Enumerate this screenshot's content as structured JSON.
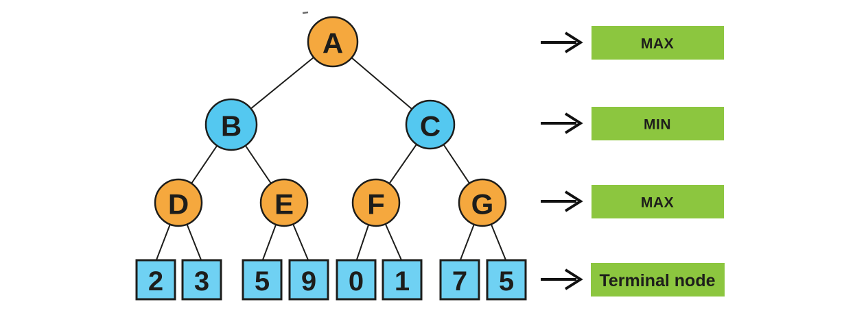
{
  "diagram": {
    "type": "minimax-game-tree",
    "colors": {
      "max_node": "#F5A83E",
      "min_node": "#54C8F0",
      "terminal_node": "#6FD1F3",
      "legend_bg": "#8CC63F",
      "line": "#1D1D1B"
    },
    "tree": {
      "levels": [
        {
          "role": "MAX",
          "nodes": [
            {
              "label": "A"
            }
          ]
        },
        {
          "role": "MIN",
          "nodes": [
            {
              "label": "B"
            },
            {
              "label": "C"
            }
          ]
        },
        {
          "role": "MAX",
          "nodes": [
            {
              "label": "D"
            },
            {
              "label": "E"
            },
            {
              "label": "F"
            },
            {
              "label": "G"
            }
          ]
        },
        {
          "role": "Terminal",
          "values": [
            "2",
            "3",
            "5",
            "9",
            "0",
            "1",
            "7",
            "5"
          ]
        }
      ],
      "edges": [
        "A-B",
        "A-C",
        "B-D",
        "B-E",
        "C-F",
        "C-G",
        "D-2",
        "D-3",
        "E-5",
        "E-9",
        "F-0",
        "F-1",
        "G-7",
        "G-5"
      ]
    },
    "legend": {
      "rows": [
        {
          "label": "MAX"
        },
        {
          "label": "MIN"
        },
        {
          "label": "MAX"
        },
        {
          "label": "Terminal node"
        }
      ]
    }
  }
}
